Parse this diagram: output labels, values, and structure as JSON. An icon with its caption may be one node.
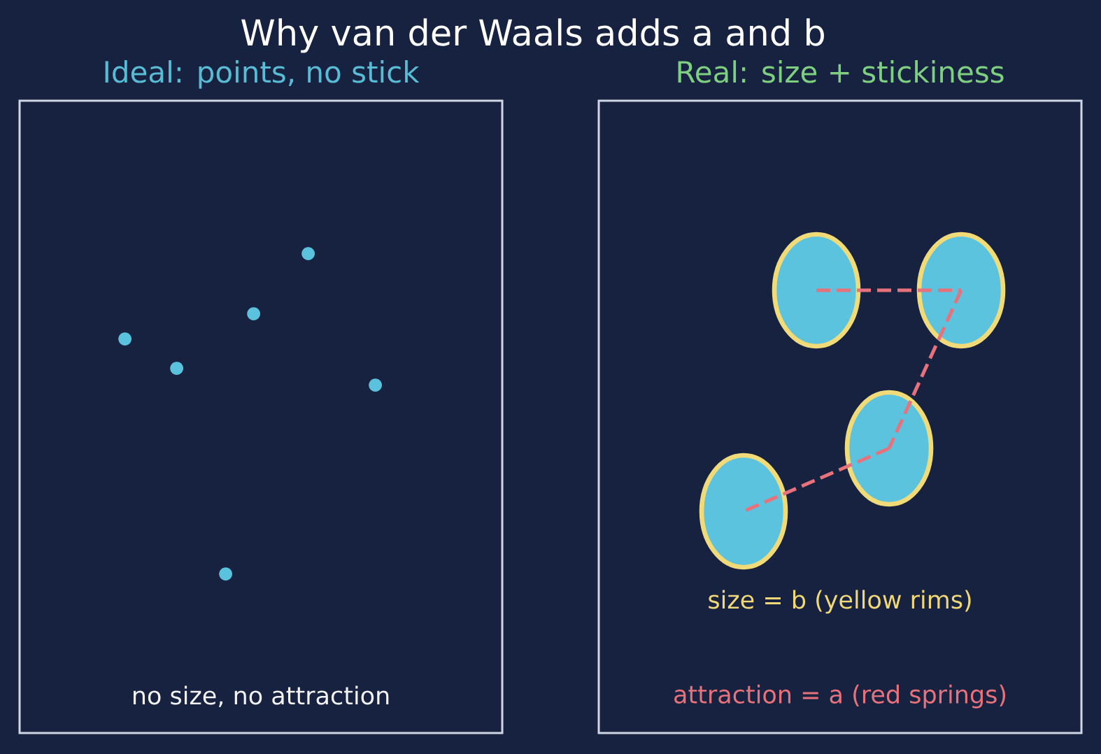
{
  "diagram": {
    "title": "Why van der Waals adds a and b",
    "nodes": [
      {
        "text": [
          "Ideal: points, no stick",
          "no size, no attraction"
        ]
      },
      {
        "text": [
          "Real: size + stickiness",
          "size = b (yellow rims)",
          "attraction = a (red springs)"
        ]
      },
      {
        "text": [],
        "shape": "ellipse",
        "in": 1
      },
      {
        "text": [],
        "shape": "ellipse",
        "in": 1
      },
      {
        "text": [],
        "shape": "ellipse",
        "in": 1
      },
      {
        "text": [],
        "shape": "ellipse",
        "in": 1
      }
    ],
    "edges": [
      {
        "from": 2,
        "to": 3,
        "arrow": "none",
        "style": "dashed",
        "color": "#e8727b"
      },
      {
        "from": 3,
        "to": 4,
        "arrow": "none",
        "style": "dashed",
        "color": "#e8727b"
      },
      {
        "from": 4,
        "to": 5,
        "arrow": "none",
        "style": "dashed",
        "color": "#e8727b"
      }
    ]
  }
}
